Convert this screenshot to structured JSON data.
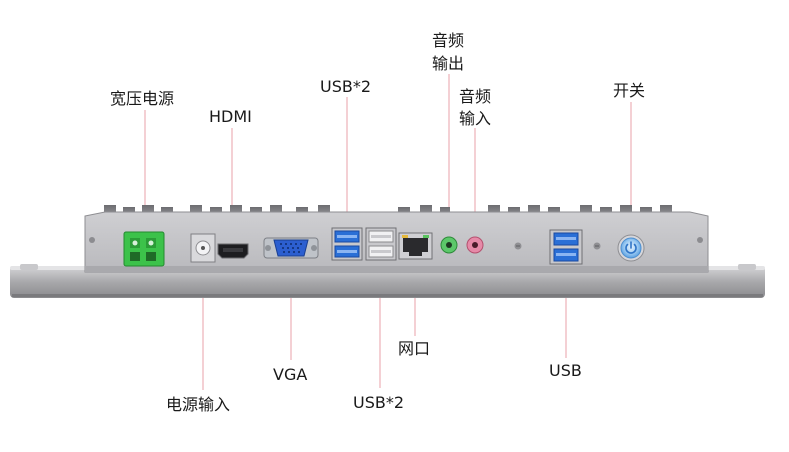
{
  "labels": {
    "wide_voltage_power": "宽压电源",
    "hdmi": "HDMI",
    "usb2_top": "USB*2",
    "audio_out_line1": "音频",
    "audio_out_line2": "输出",
    "audio_in_line1": "音频",
    "audio_in_line2": "输入",
    "power_switch": "开关",
    "power_input": "电源输入",
    "vga": "VGA",
    "usb2_bottom": "USB*2",
    "lan": "网口",
    "usb": "USB"
  },
  "colors": {
    "leader_line": "#e8a0a8",
    "terminal_green": "#3cc24a",
    "usb3_blue": "#2a6fd6",
    "vga_blue": "#2c5fd0",
    "audio_out": "#5cc86a",
    "audio_in": "#e68aa8",
    "power_button": "#6fb4ee"
  },
  "icons": {
    "power_button": "power-icon"
  }
}
